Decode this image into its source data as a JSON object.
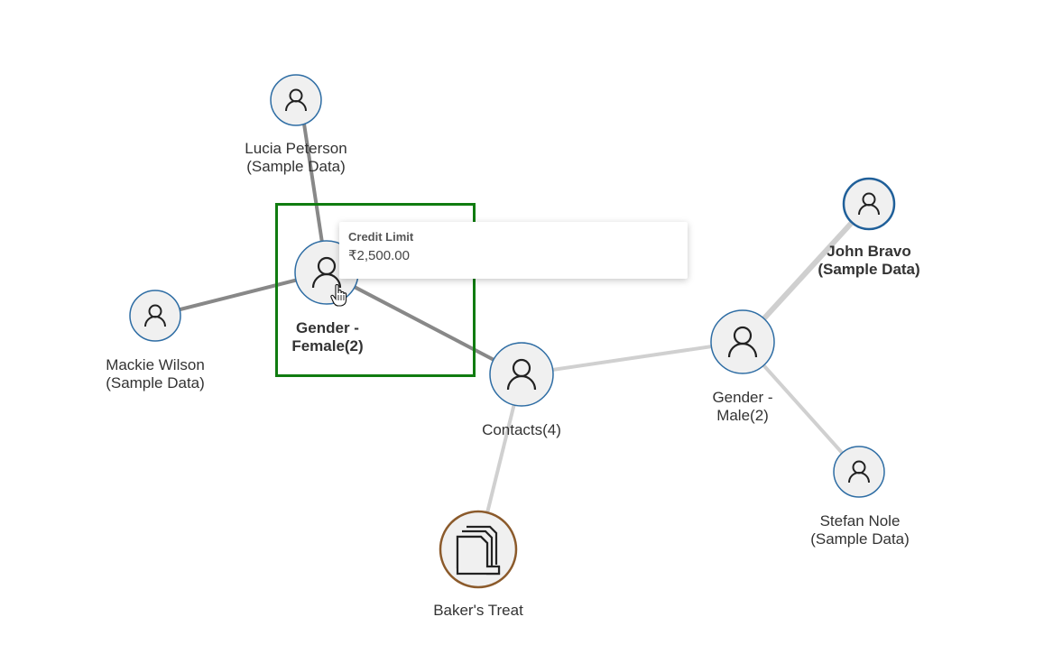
{
  "nodes": {
    "lucia": {
      "line1": "Lucia Peterson",
      "line2": "(Sample Data)",
      "icon": "person-icon"
    },
    "female": {
      "line1": "Gender -",
      "line2": "Female(2)",
      "icon": "person-icon"
    },
    "mackie": {
      "line1": "Mackie Wilson",
      "line2": "(Sample Data)",
      "icon": "person-icon"
    },
    "contacts": {
      "line1": "Contacts(4)",
      "icon": "person-icon"
    },
    "bakers": {
      "line1": "Baker's Treat",
      "icon": "folder-stack-icon"
    },
    "male": {
      "line1": "Gender -",
      "line2": "Male(2)",
      "icon": "person-icon"
    },
    "john": {
      "line1": "John Bravo",
      "line2": "(Sample Data)",
      "icon": "person-icon"
    },
    "stefan": {
      "line1": "Stefan Nole",
      "line2": "(Sample Data)",
      "icon": "person-icon"
    }
  },
  "tooltip": {
    "label": "Credit Limit",
    "value": "₹2,500.00"
  },
  "colors": {
    "node_fill": "#f0f0f0",
    "node_border": "#2e6da4",
    "account_border": "#8b5a2b",
    "edge_active": "#888888",
    "edge_inactive": "#d0d0d0",
    "edge_selected": "#c8c8c8",
    "highlight": "#107c10"
  }
}
